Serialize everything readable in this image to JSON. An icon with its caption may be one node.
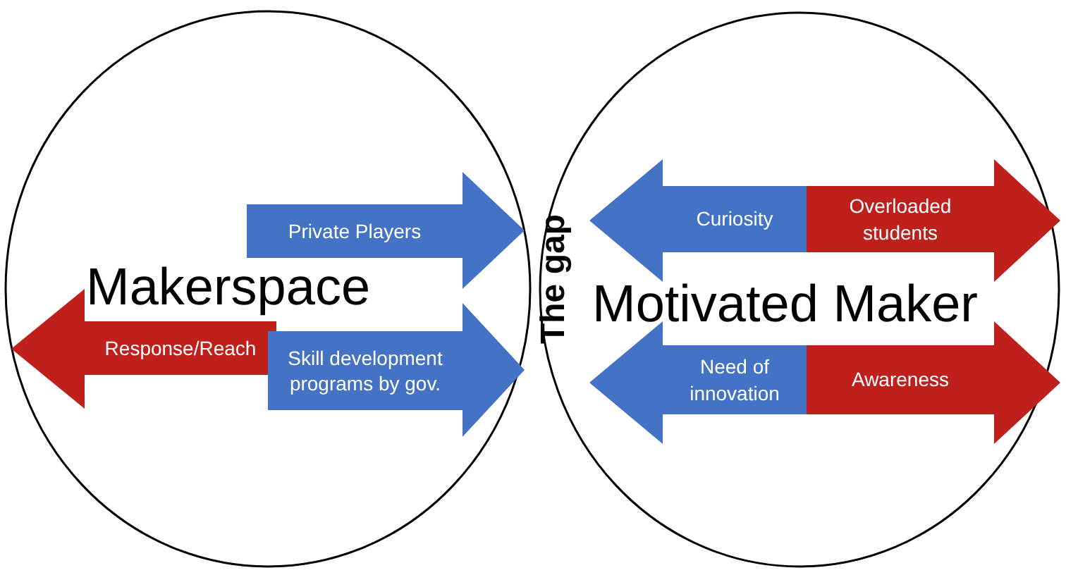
{
  "diagram": {
    "nodes": [
      {
        "text": [
          "Makerspace"
        ]
      },
      {
        "text": [
          "Motivated Maker"
        ]
      },
      {
        "text": [
          "Private Players"
        ],
        "in": 0
      },
      {
        "text": [
          "Response/Reach"
        ],
        "in": 0
      },
      {
        "text": [
          "Skill development programs by gov."
        ],
        "in": 0
      },
      {
        "text": [
          "Curiosity"
        ],
        "in": 1
      },
      {
        "text": [
          "Overloaded students"
        ],
        "in": 1
      },
      {
        "text": [
          "Need of innovation"
        ],
        "in": 1
      },
      {
        "text": [
          "Awareness"
        ],
        "in": 1
      }
    ],
    "edges": [],
    "labels": [
      "The gap"
    ]
  }
}
